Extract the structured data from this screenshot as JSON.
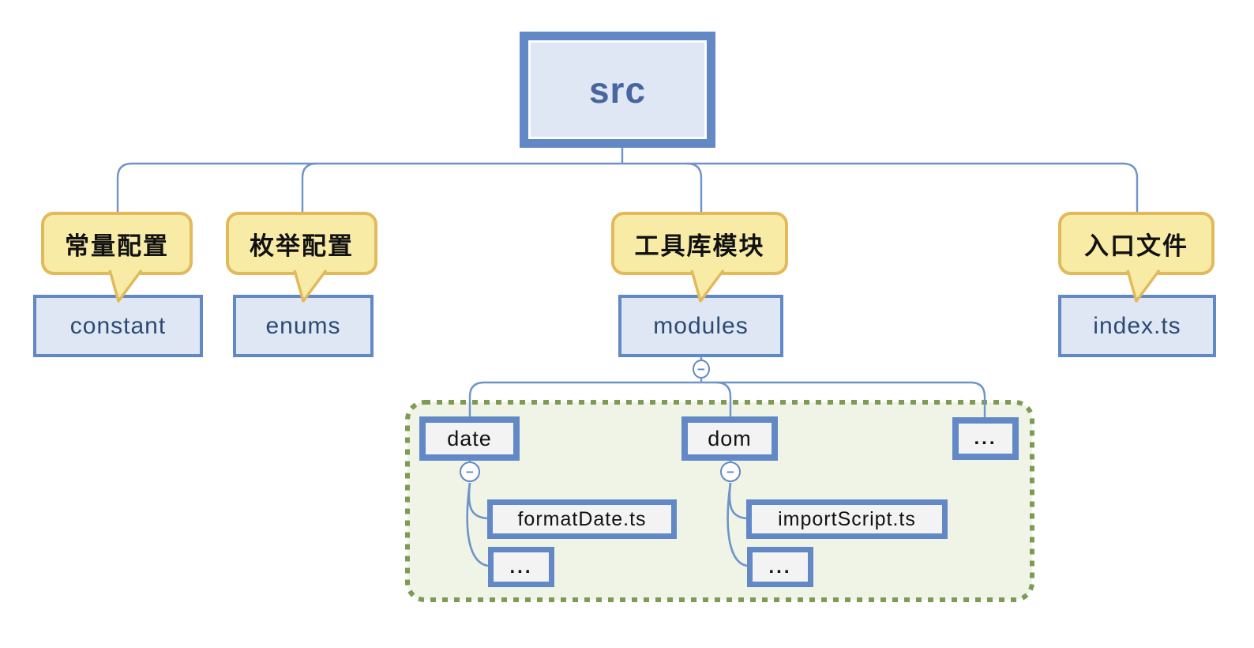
{
  "diagram": {
    "title_root": "src",
    "branches": [
      {
        "callout": "常量配置",
        "node": "constant"
      },
      {
        "callout": "枚举配置",
        "node": "enums"
      },
      {
        "callout": "工具库模块",
        "node": "modules"
      },
      {
        "callout": "入口文件",
        "node": "index.ts"
      }
    ],
    "modules_group": {
      "folders": [
        {
          "name": "date",
          "files": [
            "formatDate.ts",
            "..."
          ]
        },
        {
          "name": "dom",
          "files": [
            "importScript.ts",
            "..."
          ]
        },
        {
          "name": "...",
          "files": []
        }
      ]
    },
    "toggle_glyph": "−"
  },
  "colors": {
    "line_blue": "#6F94C9",
    "border_blue": "#6288C5",
    "node_fill": "#DEE7F3",
    "node_text": "#2C4A75",
    "root_text": "#47659E",
    "callout_fill": "#F7EBA6",
    "callout_border": "#E2B95B",
    "callout_text": "#111111",
    "group_border": "#7D9B52",
    "group_fill": "#EFF4E7",
    "file_fill": "#F3F3F3",
    "file_text": "#111111",
    "toggle_fill": "#FFFFFF"
  }
}
